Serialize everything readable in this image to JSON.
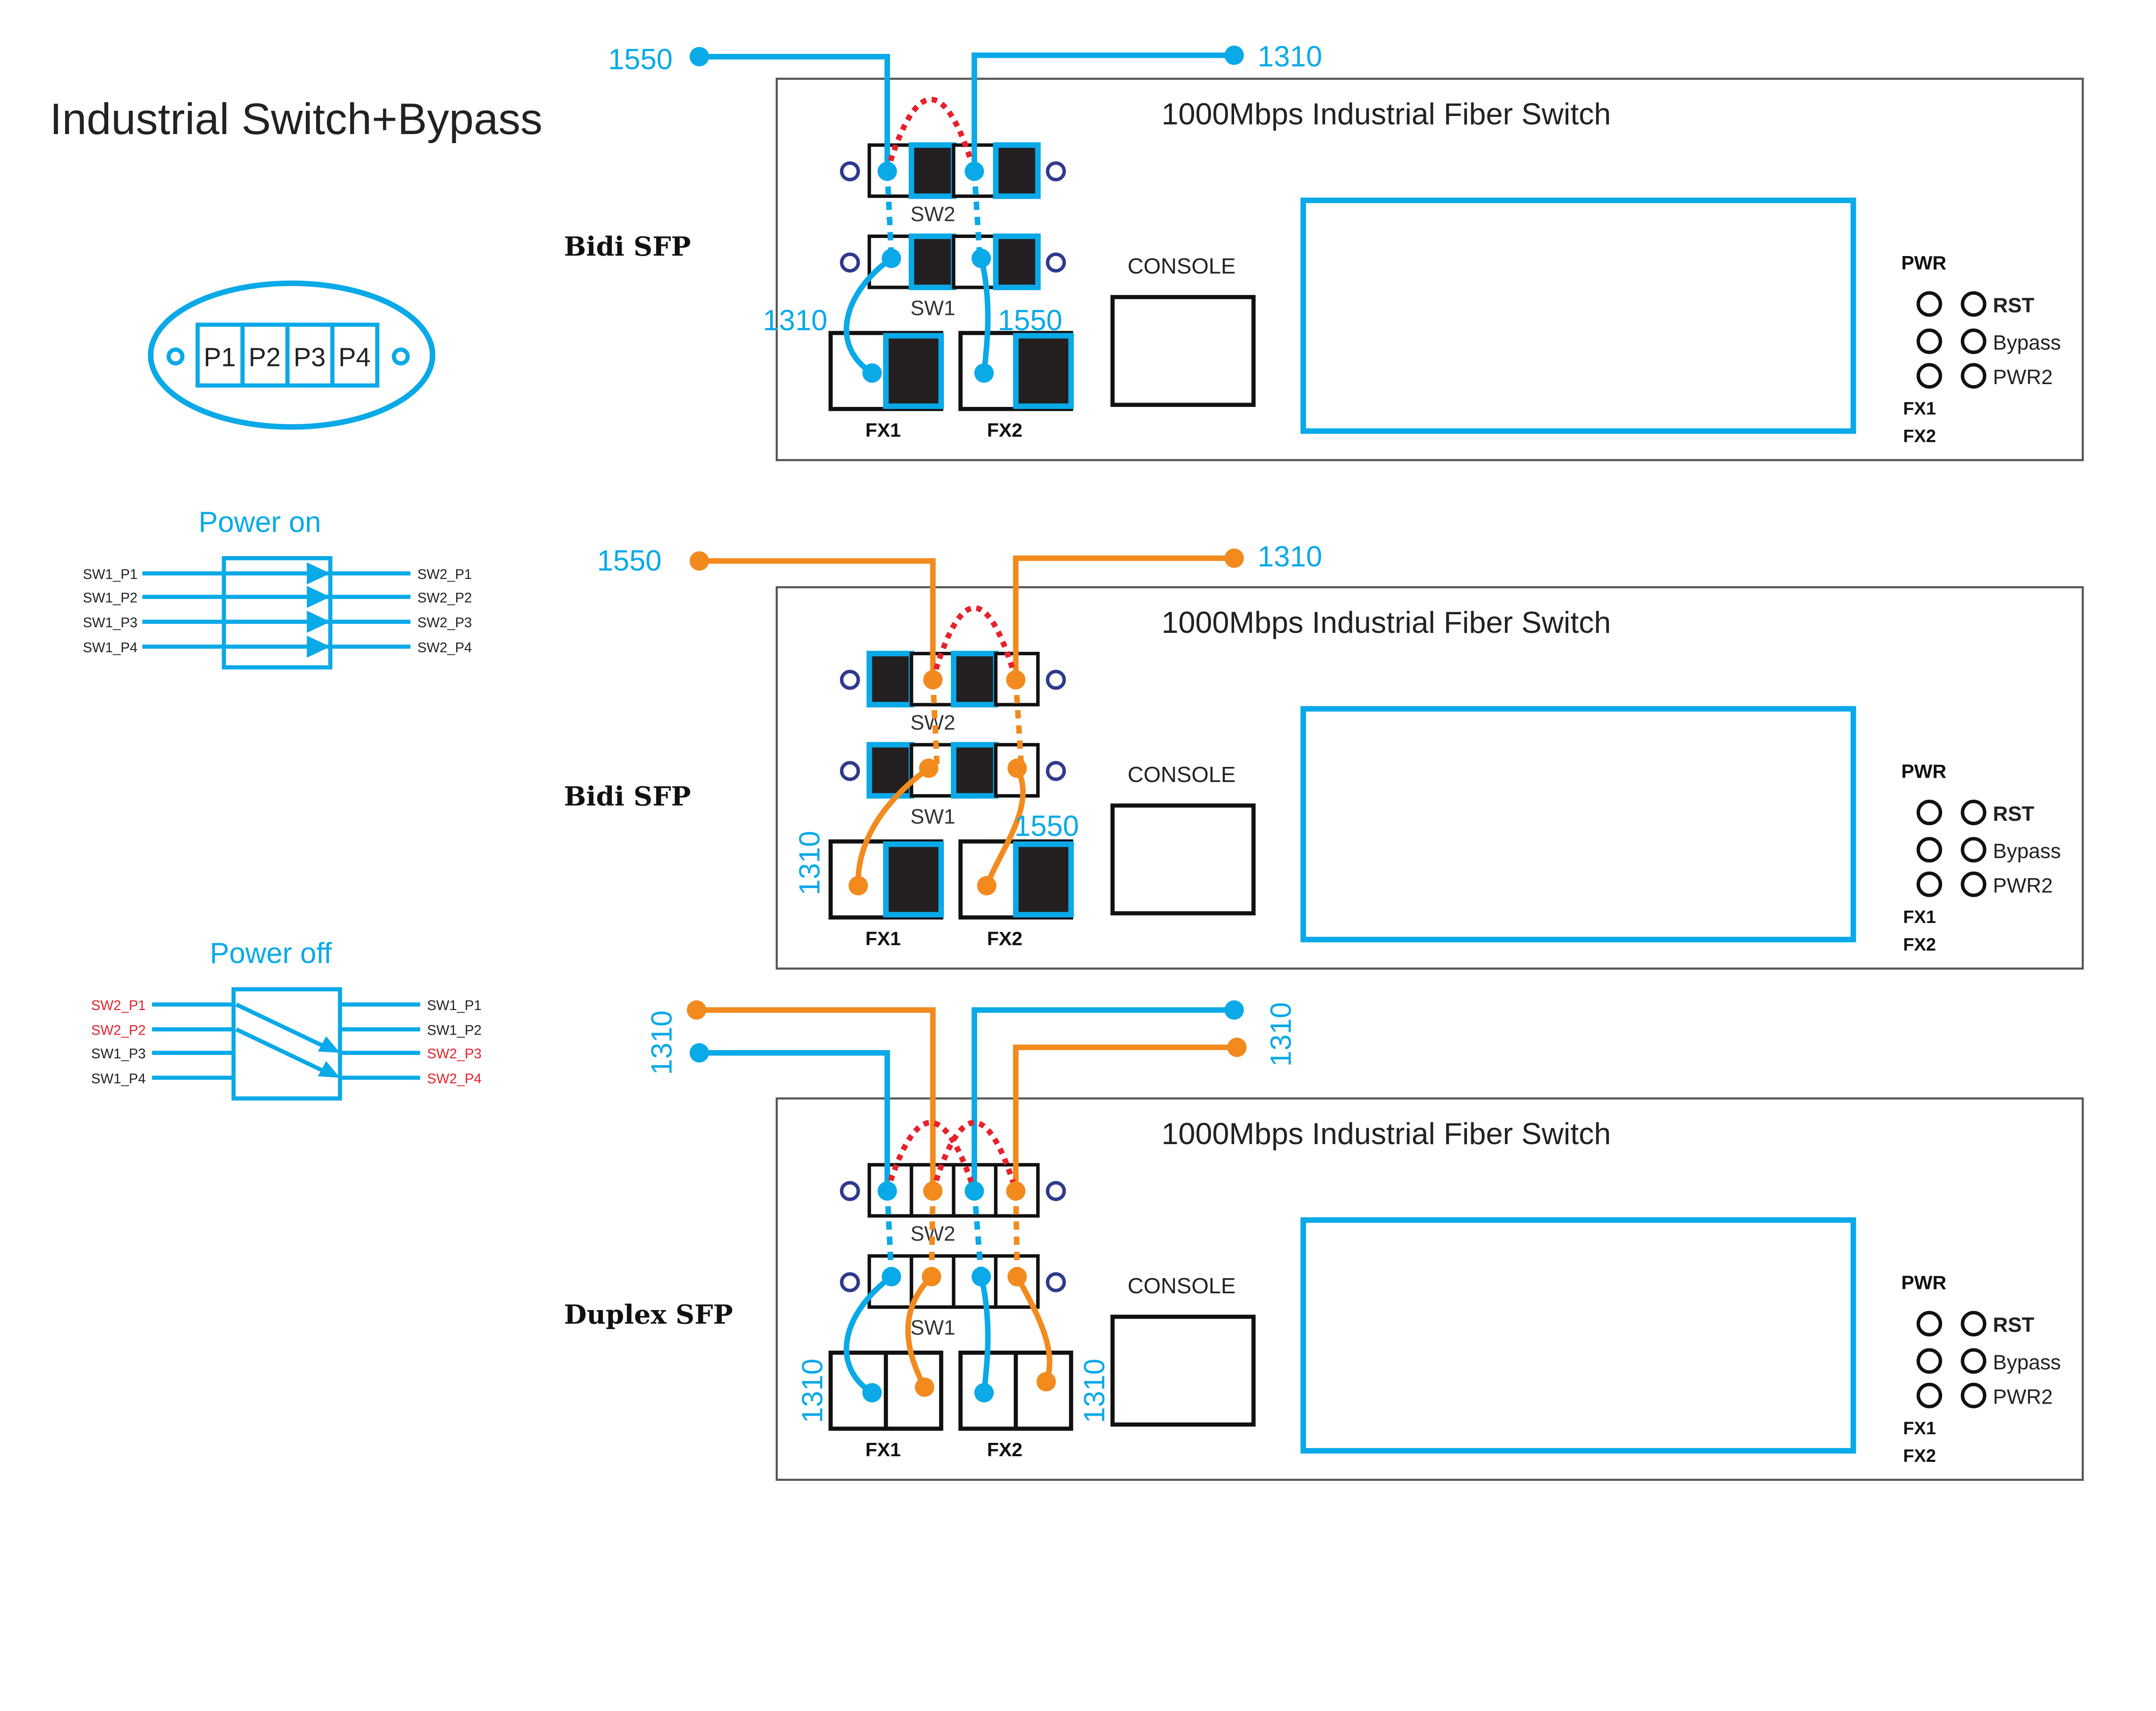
{
  "title": "Industrial Switch+Bypass",
  "colors": {
    "blue": "#0aa9e8",
    "orange": "#f28a1e",
    "red": "#e8212b",
    "navy": "#2e3a8c",
    "dark": "#231f20"
  },
  "port_module": {
    "ports": [
      "P1",
      "P2",
      "P3",
      "P4"
    ]
  },
  "power_on": {
    "title": "Power on",
    "left": [
      "SW1_P1",
      "SW1_P2",
      "SW1_P3",
      "SW1_P4"
    ],
    "right": [
      "SW2_P1",
      "SW2_P2",
      "SW2_P3",
      "SW2_P4"
    ]
  },
  "power_off": {
    "title": "Power off",
    "left": [
      {
        "t": "SW2_P1",
        "red": true
      },
      {
        "t": "SW2_P2",
        "red": true
      },
      {
        "t": "SW1_P3",
        "red": false
      },
      {
        "t": "SW1_P4",
        "red": false
      }
    ],
    "right": [
      {
        "t": "SW1_P1",
        "red": false
      },
      {
        "t": "SW1_P2",
        "red": false
      },
      {
        "t": "SW2_P3",
        "red": true
      },
      {
        "t": "SW2_P4",
        "red": true
      }
    ]
  },
  "panels": [
    {
      "label": "Bidi SFP",
      "device_title": "1000Mbps Industrial Fiber Switch",
      "sw2": "SW2",
      "sw1": "SW1",
      "fx1": "FX1",
      "fx2": "FX2",
      "console": "CONSOLE",
      "pwr": "PWR",
      "leds": [
        "RST",
        "Bypass",
        "PWR2"
      ],
      "led_fx": [
        "FX1",
        "FX2"
      ],
      "top_left": "1550",
      "top_right": "1310",
      "fx1_wave": "1310",
      "fx2_wave": "1550"
    },
    {
      "label": "Bidi SFP",
      "device_title": "1000Mbps Industrial Fiber Switch",
      "sw2": "SW2",
      "sw1": "SW1",
      "fx1": "FX1",
      "fx2": "FX2",
      "console": "CONSOLE",
      "pwr": "PWR",
      "leds": [
        "RST",
        "Bypass",
        "PWR2"
      ],
      "led_fx": [
        "FX1",
        "FX2"
      ],
      "top_left": "1550",
      "top_right": "1310",
      "fx1_wave": "1310",
      "fx2_wave": "1550"
    },
    {
      "label": "Duplex SFP",
      "device_title": "1000Mbps Industrial Fiber Switch",
      "sw2": "SW2",
      "sw1": "SW1",
      "fx1": "FX1",
      "fx2": "FX2",
      "console": "CONSOLE",
      "pwr": "PWR",
      "leds": [
        "RST",
        "Bypass",
        "PWR2"
      ],
      "led_fx": [
        "FX1",
        "FX2"
      ],
      "top_left": "1310",
      "top_right": "1310",
      "fx1_wave": "1310",
      "fx2_wave": "1310"
    }
  ]
}
